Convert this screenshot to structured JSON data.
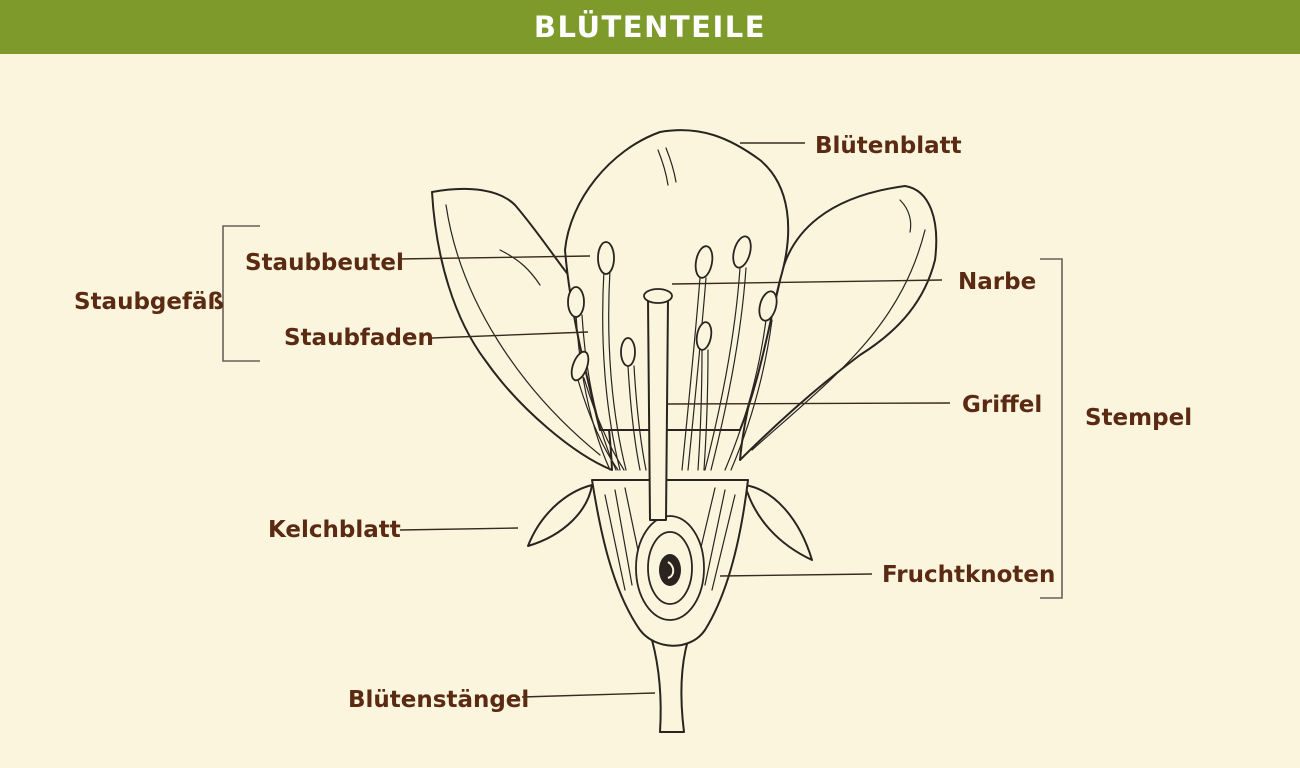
{
  "title": "BLÜTENTEILE",
  "labels": {
    "petal": "Blütenblatt",
    "anther": "Staubbeutel",
    "stamen": "Staubgefäß",
    "filament": "Staubfaden",
    "stigma": "Narbe",
    "style": "Griffel",
    "pistil": "Stempel",
    "sepal": "Kelchblatt",
    "ovary": "Fruchtknoten",
    "stem": "Blütenstängel"
  },
  "colors": {
    "header_bg": "#7d9a2b",
    "background": "#fbf5de",
    "label_text": "#5a2a12"
  }
}
